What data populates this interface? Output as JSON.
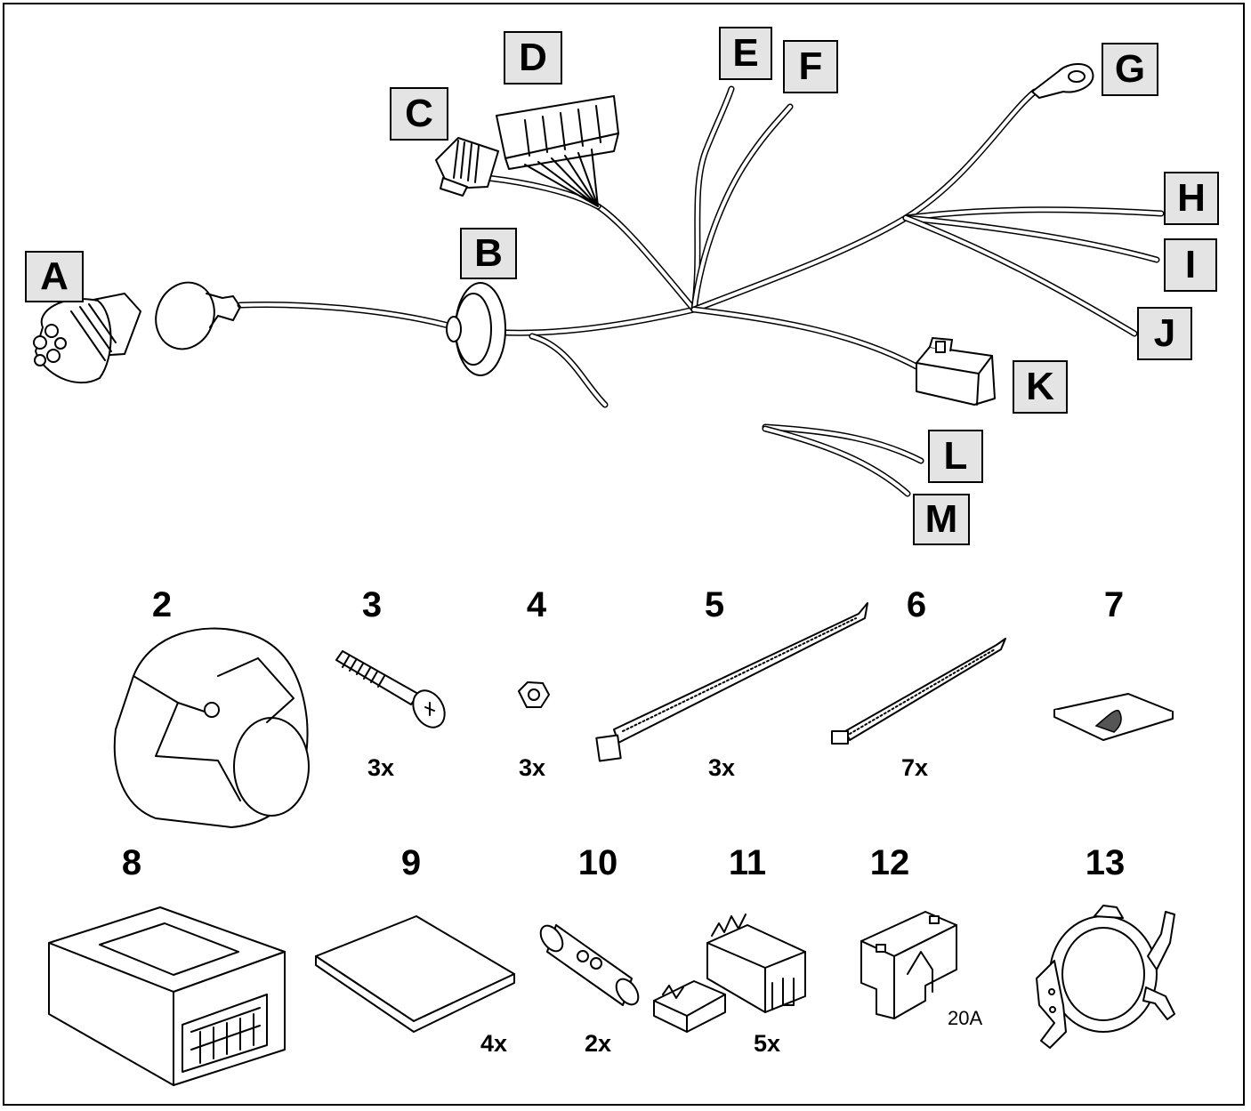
{
  "harness_labels": {
    "A": "A",
    "B": "B",
    "C": "C",
    "D": "D",
    "E": "E",
    "F": "F",
    "G": "G",
    "H": "H",
    "I": "I",
    "J": "J",
    "K": "K",
    "L": "L",
    "M": "M"
  },
  "parts": [
    {
      "number": "2",
      "qty": ""
    },
    {
      "number": "3",
      "qty": "3x"
    },
    {
      "number": "4",
      "qty": "3x"
    },
    {
      "number": "5",
      "qty": "3x"
    },
    {
      "number": "6",
      "qty": "7x"
    },
    {
      "number": "7",
      "qty": ""
    },
    {
      "number": "8",
      "qty": ""
    },
    {
      "number": "9",
      "qty": "4x"
    },
    {
      "number": "10",
      "qty": "2x"
    },
    {
      "number": "11",
      "qty": "5x"
    },
    {
      "number": "12",
      "qty": "",
      "rating": "20A"
    },
    {
      "number": "13",
      "qty": ""
    }
  ],
  "colors": {
    "label_fill": "#e4e4e4",
    "line": "#000000",
    "background": "#ffffff"
  },
  "icons": [
    "trailer-socket-plug",
    "grommet",
    "buzzer",
    "multi-pin-connector",
    "ring-terminal",
    "flat-connector",
    "socket-housing",
    "screw",
    "nut",
    "cable-tie",
    "adhesive-pad",
    "control-module",
    "foam-pad",
    "butt-connector",
    "wire-tap",
    "blade-fuse",
    "mounting-bracket"
  ]
}
